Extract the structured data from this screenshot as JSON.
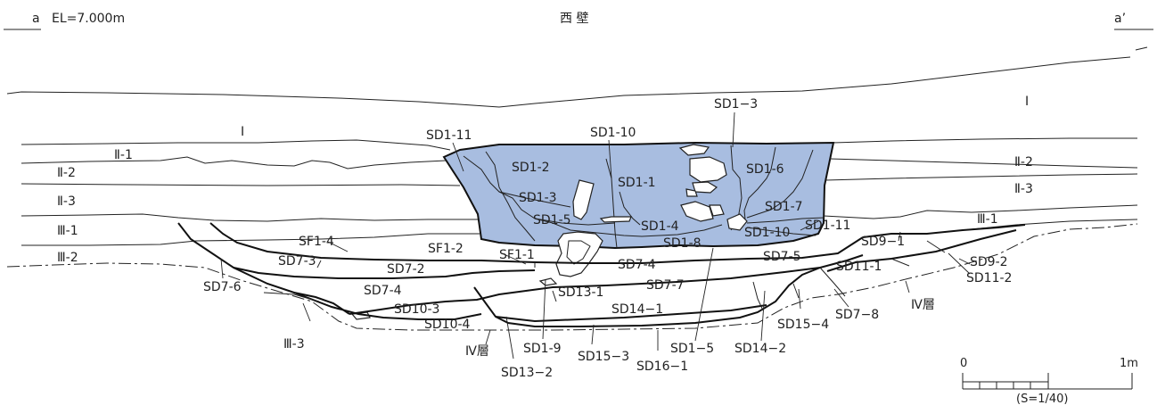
{
  "header": {
    "left_mark": "a",
    "elevation": "EL=7.000m",
    "title": "西 壁",
    "right_mark": "a’"
  },
  "colors": {
    "fill_sd1": "#a8bde0",
    "line": "#222222"
  },
  "layers": {
    "I_left": "Ⅰ",
    "I_right": "Ⅰ",
    "II_1": "Ⅱ-1",
    "II_2_left": "Ⅱ-2",
    "II_2_right": "Ⅱ-2",
    "II_3_left": "Ⅱ-3",
    "II_3_right": "Ⅱ-3",
    "III_1_left": "Ⅲ-1",
    "III_1_right": "Ⅲ-1",
    "III_2": "Ⅲ-2",
    "III_3": "Ⅲ-3",
    "IV_left": "Ⅳ層",
    "IV_right": "Ⅳ層"
  },
  "features": {
    "sd1_1": "SD1-1",
    "sd1_2": "SD1-2",
    "sd1_3_top": "SD1−3",
    "sd1_3": "SD1-3",
    "sd1_4": "SD1-4",
    "sd1_5": "SD1-5",
    "sd1_5b": "SD1−5",
    "sd1_6": "SD1-6",
    "sd1_7": "SD1-7",
    "sd1_8": "SD1-8",
    "sd1_9": "SD1-9",
    "sd1_10_top": "SD1-10",
    "sd1_10": "SD1-10",
    "sd1_11_top": "SD1-11",
    "sd1_11": "SD1-11",
    "sf1_1": "SF1-1",
    "sf1_2": "SF1-2",
    "sf1_4": "SF1-4",
    "sd7_2": "SD7-2",
    "sd7_3": "SD7-3",
    "sd7_4a": "SD7-4",
    "sd7_4b": "SD7-4",
    "sd7_5": "SD7-5",
    "sd7_6": "SD7-6",
    "sd7_7": "SD7-7",
    "sd7_8": "SD7−8",
    "sd9_1": "SD9−1",
    "sd9_2": "SD9-2",
    "sd10_3": "SD10-3",
    "sd10_4": "SD10-4",
    "sd11_1": "SD11-1",
    "sd11_2": "SD11-2",
    "sd13_1": "SD13-1",
    "sd13_2": "SD13−2",
    "sd14_1": "SD14−1",
    "sd14_2": "SD14−2",
    "sd15_3": "SD15−3",
    "sd15_4": "SD15−4",
    "sd16_1": "SD16−1"
  },
  "scale": {
    "zero": "0",
    "max": "1m",
    "ratio": "(S=1/40)"
  }
}
